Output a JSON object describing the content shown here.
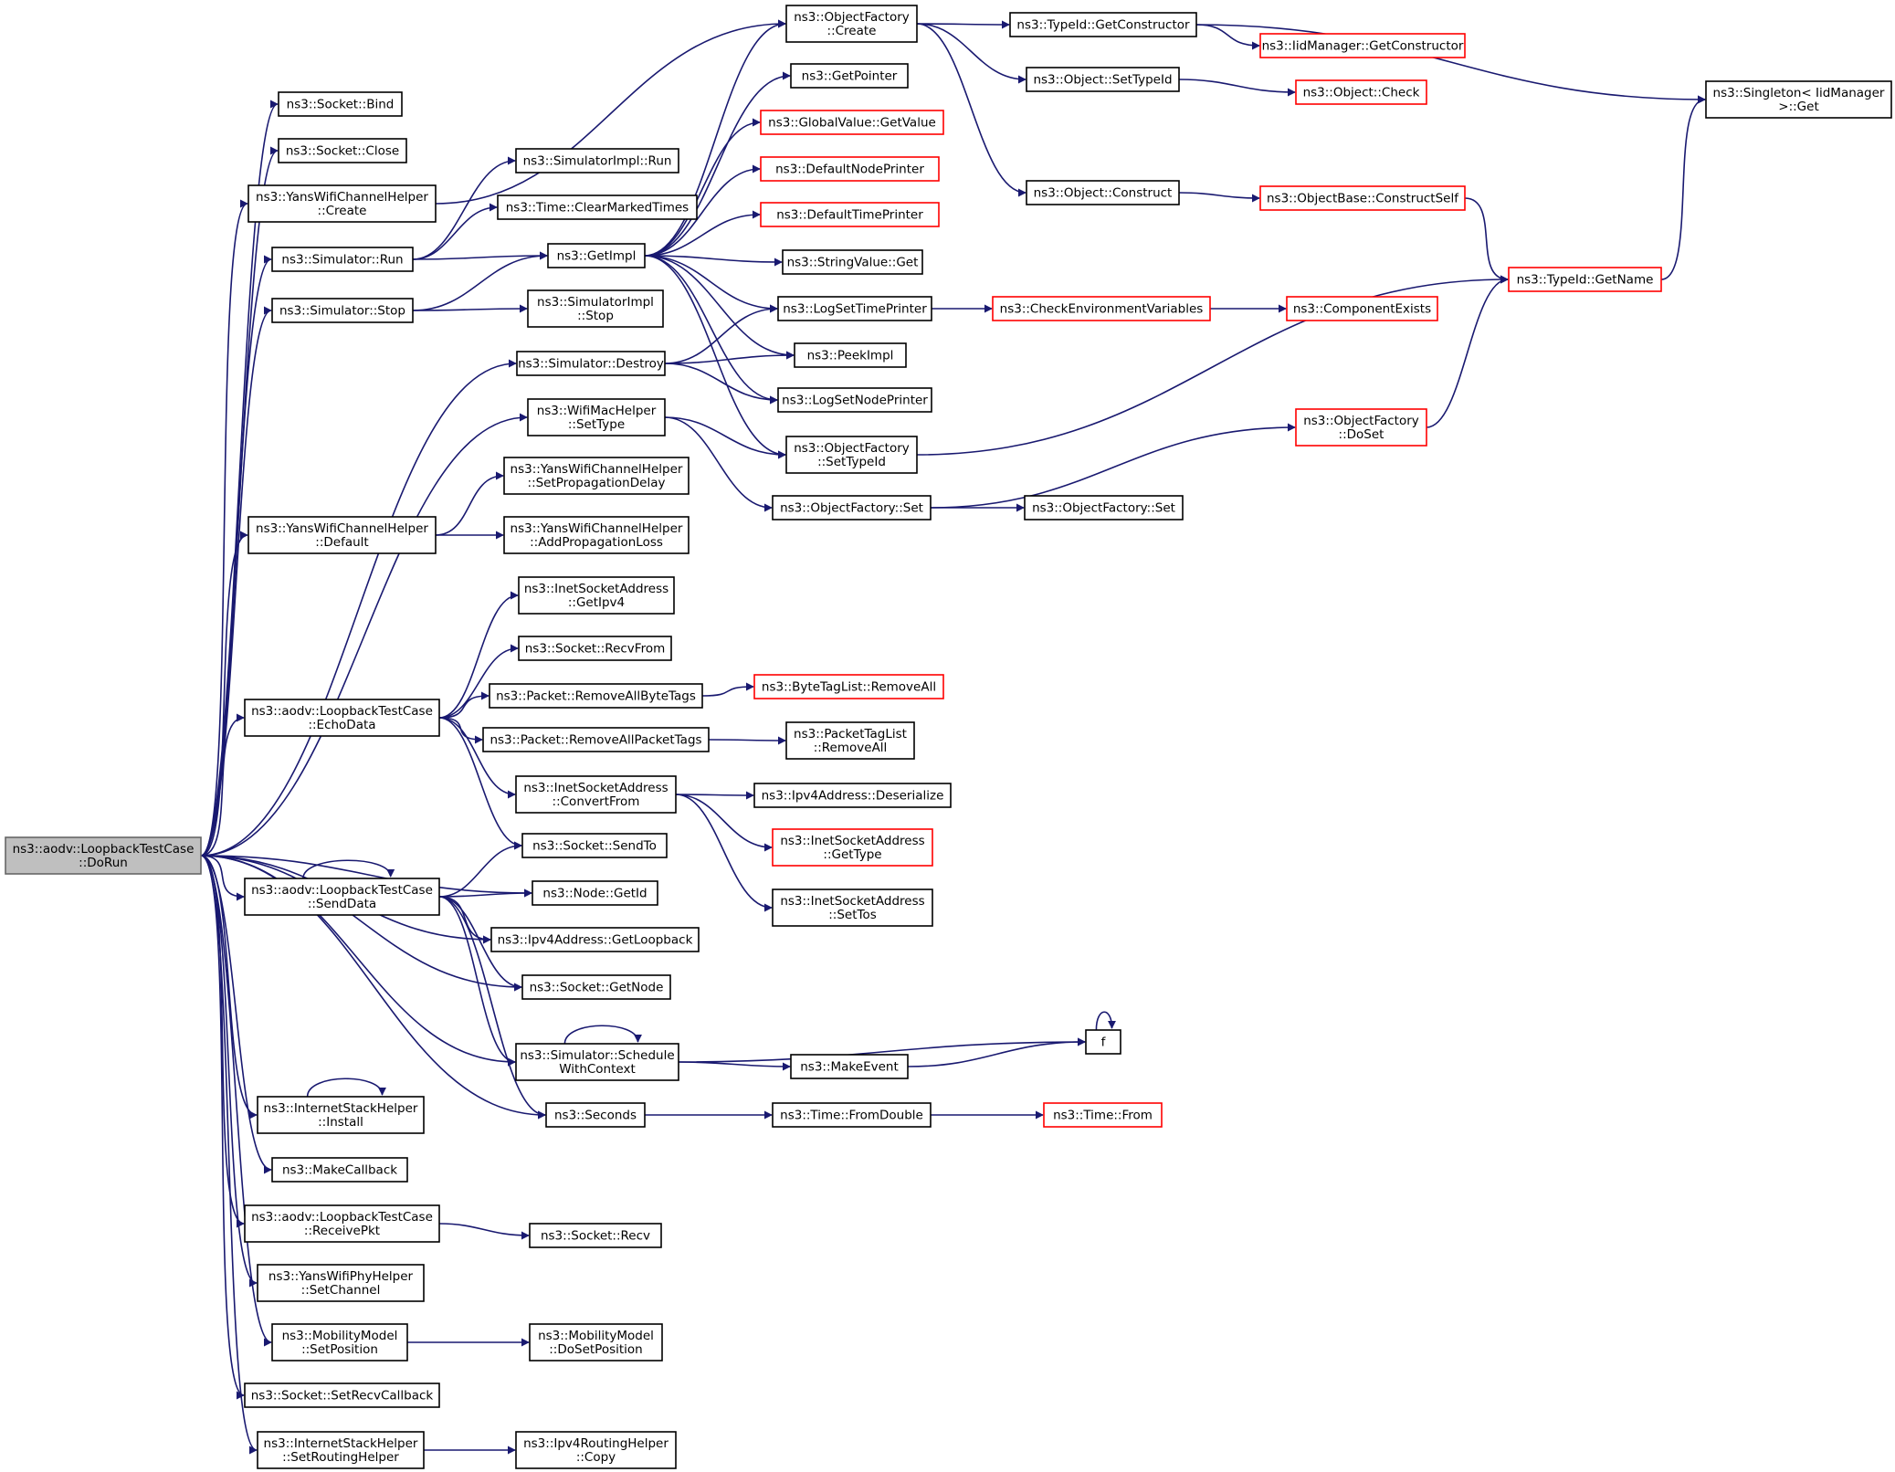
{
  "nodes": [
    {
      "id": "dorun",
      "lines": [
        "ns3::aodv::LoopbackTestCase",
        "::DoRun"
      ],
      "style": "root"
    },
    {
      "id": "bind",
      "lines": [
        "ns3::Socket::Bind"
      ],
      "style": "normal"
    },
    {
      "id": "close",
      "lines": [
        "ns3::Socket::Close"
      ],
      "style": "normal"
    },
    {
      "id": "ywch_create",
      "lines": [
        "ns3::YansWifiChannelHelper",
        "::Create"
      ],
      "style": "normal"
    },
    {
      "id": "sim_run",
      "lines": [
        "ns3::Simulator::Run"
      ],
      "style": "normal"
    },
    {
      "id": "sim_stop",
      "lines": [
        "ns3::Simulator::Stop"
      ],
      "style": "normal"
    },
    {
      "id": "sim_destroy",
      "lines": [
        "ns3::Simulator::Destroy"
      ],
      "style": "normal"
    },
    {
      "id": "wmh_settype",
      "lines": [
        "ns3::WifiMacHelper",
        "::SetType"
      ],
      "style": "normal"
    },
    {
      "id": "ywch_default",
      "lines": [
        "ns3::YansWifiChannelHelper",
        "::Default"
      ],
      "style": "normal"
    },
    {
      "id": "echodata",
      "lines": [
        "ns3::aodv::LoopbackTestCase",
        "::EchoData"
      ],
      "style": "normal"
    },
    {
      "id": "senddata",
      "lines": [
        "ns3::aodv::LoopbackTestCase",
        "::SendData"
      ],
      "style": "normal"
    },
    {
      "id": "ish_install",
      "lines": [
        "ns3::InternetStackHelper",
        "::Install"
      ],
      "style": "normal"
    },
    {
      "id": "makecallback",
      "lines": [
        "ns3::MakeCallback"
      ],
      "style": "normal"
    },
    {
      "id": "receivepkt",
      "lines": [
        "ns3::aodv::LoopbackTestCase",
        "::ReceivePkt"
      ],
      "style": "normal"
    },
    {
      "id": "ywph_setchannel",
      "lines": [
        "ns3::YansWifiPhyHelper",
        "::SetChannel"
      ],
      "style": "normal"
    },
    {
      "id": "mm_setposition",
      "lines": [
        "ns3::MobilityModel",
        "::SetPosition"
      ],
      "style": "normal"
    },
    {
      "id": "setrecvcallback",
      "lines": [
        "ns3::Socket::SetRecvCallback"
      ],
      "style": "normal"
    },
    {
      "id": "ish_setrouting",
      "lines": [
        "ns3::InternetStackHelper",
        "::SetRoutingHelper"
      ],
      "style": "normal"
    },
    {
      "id": "simimpl_run",
      "lines": [
        "ns3::SimulatorImpl::Run"
      ],
      "style": "normal"
    },
    {
      "id": "time_clear",
      "lines": [
        "ns3::Time::ClearMarkedTimes"
      ],
      "style": "normal"
    },
    {
      "id": "getimpl",
      "lines": [
        "ns3::GetImpl"
      ],
      "style": "normal"
    },
    {
      "id": "simimpl_stop",
      "lines": [
        "ns3::SimulatorImpl",
        "::Stop"
      ],
      "style": "normal"
    },
    {
      "id": "ywch_setprop",
      "lines": [
        "ns3::YansWifiChannelHelper",
        "::SetPropagationDelay"
      ],
      "style": "normal"
    },
    {
      "id": "ywch_addprop",
      "lines": [
        "ns3::YansWifiChannelHelper",
        "::AddPropagationLoss"
      ],
      "style": "normal"
    },
    {
      "id": "isa_getipv4",
      "lines": [
        "ns3::InetSocketAddress",
        "::GetIpv4"
      ],
      "style": "normal"
    },
    {
      "id": "recvfrom",
      "lines": [
        "ns3::Socket::RecvFrom"
      ],
      "style": "normal"
    },
    {
      "id": "pkt_rmbytetags",
      "lines": [
        "ns3::Packet::RemoveAllByteTags"
      ],
      "style": "normal"
    },
    {
      "id": "pkt_rmpkttags",
      "lines": [
        "ns3::Packet::RemoveAllPacketTags"
      ],
      "style": "normal"
    },
    {
      "id": "isa_convertfrom",
      "lines": [
        "ns3::InetSocketAddress",
        "::ConvertFrom"
      ],
      "style": "normal"
    },
    {
      "id": "sendto",
      "lines": [
        "ns3::Socket::SendTo"
      ],
      "style": "normal"
    },
    {
      "id": "node_getid",
      "lines": [
        "ns3::Node::GetId"
      ],
      "style": "normal"
    },
    {
      "id": "ipv4_loopback",
      "lines": [
        "ns3::Ipv4Address::GetLoopback"
      ],
      "style": "normal"
    },
    {
      "id": "socket_getnode",
      "lines": [
        "ns3::Socket::GetNode"
      ],
      "style": "normal"
    },
    {
      "id": "sched_ctx",
      "lines": [
        "ns3::Simulator::Schedule",
        "WithContext"
      ],
      "style": "normal"
    },
    {
      "id": "seconds",
      "lines": [
        "ns3::Seconds"
      ],
      "style": "normal"
    },
    {
      "id": "socket_recv",
      "lines": [
        "ns3::Socket::Recv"
      ],
      "style": "normal"
    },
    {
      "id": "mm_dosetposition",
      "lines": [
        "ns3::MobilityModel",
        "::DoSetPosition"
      ],
      "style": "normal"
    },
    {
      "id": "ipv4rh_copy",
      "lines": [
        "ns3::Ipv4RoutingHelper",
        "::Copy"
      ],
      "style": "normal"
    },
    {
      "id": "of_create",
      "lines": [
        "ns3::ObjectFactory",
        "::Create"
      ],
      "style": "normal"
    },
    {
      "id": "getpointer",
      "lines": [
        "ns3::GetPointer"
      ],
      "style": "normal"
    },
    {
      "id": "gv_getvalue",
      "lines": [
        "ns3::GlobalValue::GetValue"
      ],
      "style": "red"
    },
    {
      "id": "defnodeprinter",
      "lines": [
        "ns3::DefaultNodePrinter"
      ],
      "style": "red"
    },
    {
      "id": "deftimeprinter",
      "lines": [
        "ns3::DefaultTimePrinter"
      ],
      "style": "red"
    },
    {
      "id": "stringvalue_get",
      "lines": [
        "ns3::StringValue::Get"
      ],
      "style": "normal"
    },
    {
      "id": "logsettimeprinter",
      "lines": [
        "ns3::LogSetTimePrinter"
      ],
      "style": "normal"
    },
    {
      "id": "peekimpl",
      "lines": [
        "ns3::PeekImpl"
      ],
      "style": "normal"
    },
    {
      "id": "logsetnodeprinter",
      "lines": [
        "ns3::LogSetNodePrinter"
      ],
      "style": "normal"
    },
    {
      "id": "of_settypeid",
      "lines": [
        "ns3::ObjectFactory",
        "::SetTypeId"
      ],
      "style": "normal"
    },
    {
      "id": "of_set",
      "lines": [
        "ns3::ObjectFactory::Set"
      ],
      "style": "normal"
    },
    {
      "id": "bytetaglist_rmall",
      "lines": [
        "ns3::ByteTagList::RemoveAll"
      ],
      "style": "red"
    },
    {
      "id": "pkttaglist_rmall",
      "lines": [
        "ns3::PacketTagList",
        "::RemoveAll"
      ],
      "style": "normal"
    },
    {
      "id": "ipv4_deserialize",
      "lines": [
        "ns3::Ipv4Address::Deserialize"
      ],
      "style": "normal"
    },
    {
      "id": "isa_gettype",
      "lines": [
        "ns3::InetSocketAddress",
        "::GetType"
      ],
      "style": "red"
    },
    {
      "id": "isa_settos",
      "lines": [
        "ns3::InetSocketAddress",
        "::SetTos"
      ],
      "style": "normal"
    },
    {
      "id": "makeevent",
      "lines": [
        "ns3::MakeEvent"
      ],
      "style": "normal"
    },
    {
      "id": "time_fromdouble",
      "lines": [
        "ns3::Time::FromDouble"
      ],
      "style": "normal"
    },
    {
      "id": "typeid_getctor",
      "lines": [
        "ns3::TypeId::GetConstructor"
      ],
      "style": "normal"
    },
    {
      "id": "obj_settypeid",
      "lines": [
        "ns3::Object::SetTypeId"
      ],
      "style": "normal"
    },
    {
      "id": "obj_construct",
      "lines": [
        "ns3::Object::Construct"
      ],
      "style": "normal"
    },
    {
      "id": "checkenv",
      "lines": [
        "ns3::CheckEnvironmentVariables"
      ],
      "style": "red"
    },
    {
      "id": "of_doset",
      "lines": [
        "ns3::ObjectFactory",
        "::DoSet"
      ],
      "style": "red"
    },
    {
      "id": "of_set2",
      "lines": [
        "ns3::ObjectFactory::Set"
      ],
      "style": "normal"
    },
    {
      "id": "f",
      "lines": [
        "f"
      ],
      "style": "normal"
    },
    {
      "id": "time_from",
      "lines": [
        "ns3::Time::From"
      ],
      "style": "red"
    },
    {
      "id": "iidmgr_getctor",
      "lines": [
        "ns3::IidManager::GetConstructor"
      ],
      "style": "red"
    },
    {
      "id": "obj_check",
      "lines": [
        "ns3::Object::Check"
      ],
      "style": "red"
    },
    {
      "id": "objbase_constructself",
      "lines": [
        "ns3::ObjectBase::ConstructSelf"
      ],
      "style": "red"
    },
    {
      "id": "componentexists",
      "lines": [
        "ns3::ComponentExists"
      ],
      "style": "red"
    },
    {
      "id": "typeid_getname",
      "lines": [
        "ns3::TypeId::GetName"
      ],
      "style": "red"
    },
    {
      "id": "singleton_get",
      "lines": [
        "ns3::Singleton< IidManager",
        " >::Get"
      ],
      "style": "normal"
    }
  ],
  "edges": [
    [
      "dorun",
      "bind"
    ],
    [
      "dorun",
      "close"
    ],
    [
      "dorun",
      "ywch_create"
    ],
    [
      "dorun",
      "sim_run"
    ],
    [
      "dorun",
      "sim_stop"
    ],
    [
      "dorun",
      "sim_destroy"
    ],
    [
      "dorun",
      "wmh_settype"
    ],
    [
      "dorun",
      "ywch_default"
    ],
    [
      "dorun",
      "echodata"
    ],
    [
      "dorun",
      "senddata"
    ],
    [
      "dorun",
      "node_getid"
    ],
    [
      "dorun",
      "ipv4_loopback"
    ],
    [
      "dorun",
      "socket_getnode"
    ],
    [
      "dorun",
      "sched_ctx"
    ],
    [
      "dorun",
      "seconds"
    ],
    [
      "dorun",
      "ish_install"
    ],
    [
      "dorun",
      "makecallback"
    ],
    [
      "dorun",
      "receivepkt"
    ],
    [
      "dorun",
      "ywph_setchannel"
    ],
    [
      "dorun",
      "mm_setposition"
    ],
    [
      "dorun",
      "setrecvcallback"
    ],
    [
      "dorun",
      "ish_setrouting"
    ],
    [
      "ywch_create",
      "of_create"
    ],
    [
      "sim_run",
      "simimpl_run"
    ],
    [
      "sim_run",
      "time_clear"
    ],
    [
      "sim_run",
      "getimpl"
    ],
    [
      "sim_stop",
      "getimpl"
    ],
    [
      "sim_stop",
      "simimpl_stop"
    ],
    [
      "sim_destroy",
      "logsettimeprinter"
    ],
    [
      "sim_destroy",
      "peekimpl"
    ],
    [
      "sim_destroy",
      "logsetnodeprinter"
    ],
    [
      "wmh_settype",
      "of_settypeid"
    ],
    [
      "wmh_settype",
      "of_set"
    ],
    [
      "ywch_default",
      "ywch_setprop"
    ],
    [
      "ywch_default",
      "ywch_addprop"
    ],
    [
      "echodata",
      "isa_getipv4"
    ],
    [
      "echodata",
      "recvfrom"
    ],
    [
      "echodata",
      "pkt_rmbytetags"
    ],
    [
      "echodata",
      "pkt_rmpkttags"
    ],
    [
      "echodata",
      "isa_convertfrom"
    ],
    [
      "echodata",
      "sendto"
    ],
    [
      "senddata",
      "senddata"
    ],
    [
      "senddata",
      "sendto"
    ],
    [
      "senddata",
      "node_getid"
    ],
    [
      "senddata",
      "ipv4_loopback"
    ],
    [
      "senddata",
      "socket_getnode"
    ],
    [
      "senddata",
      "sched_ctx"
    ],
    [
      "senddata",
      "seconds"
    ],
    [
      "ish_install",
      "ish_install"
    ],
    [
      "receivepkt",
      "socket_recv"
    ],
    [
      "mm_setposition",
      "mm_dosetposition"
    ],
    [
      "ish_setrouting",
      "ipv4rh_copy"
    ],
    [
      "getimpl",
      "of_create"
    ],
    [
      "getimpl",
      "getpointer"
    ],
    [
      "getimpl",
      "gv_getvalue"
    ],
    [
      "getimpl",
      "defnodeprinter"
    ],
    [
      "getimpl",
      "deftimeprinter"
    ],
    [
      "getimpl",
      "stringvalue_get"
    ],
    [
      "getimpl",
      "logsettimeprinter"
    ],
    [
      "getimpl",
      "peekimpl"
    ],
    [
      "getimpl",
      "logsetnodeprinter"
    ],
    [
      "getimpl",
      "of_settypeid"
    ],
    [
      "pkt_rmbytetags",
      "bytetaglist_rmall"
    ],
    [
      "pkt_rmpkttags",
      "pkttaglist_rmall"
    ],
    [
      "isa_convertfrom",
      "ipv4_deserialize"
    ],
    [
      "isa_convertfrom",
      "isa_gettype"
    ],
    [
      "isa_convertfrom",
      "isa_settos"
    ],
    [
      "sched_ctx",
      "sched_ctx"
    ],
    [
      "sched_ctx",
      "makeevent"
    ],
    [
      "sched_ctx",
      "f"
    ],
    [
      "makeevent",
      "f"
    ],
    [
      "f",
      "f"
    ],
    [
      "seconds",
      "time_fromdouble"
    ],
    [
      "time_fromdouble",
      "time_from"
    ],
    [
      "of_create",
      "typeid_getctor"
    ],
    [
      "of_create",
      "obj_settypeid"
    ],
    [
      "of_create",
      "obj_construct"
    ],
    [
      "typeid_getctor",
      "iidmgr_getctor"
    ],
    [
      "typeid_getctor",
      "singleton_get"
    ],
    [
      "obj_settypeid",
      "obj_check"
    ],
    [
      "obj_construct",
      "objbase_constructself"
    ],
    [
      "objbase_constructself",
      "typeid_getname"
    ],
    [
      "logsettimeprinter",
      "checkenv"
    ],
    [
      "checkenv",
      "componentexists"
    ],
    [
      "of_settypeid",
      "typeid_getname"
    ],
    [
      "of_set",
      "of_doset"
    ],
    [
      "of_set",
      "of_set2"
    ],
    [
      "of_doset",
      "typeid_getname"
    ],
    [
      "typeid_getname",
      "singleton_get"
    ]
  ],
  "colors": {
    "edge": "#191970",
    "node_border": "#000000",
    "node_border_red": "#ff0000",
    "root_fill": "#bfbfbf"
  }
}
